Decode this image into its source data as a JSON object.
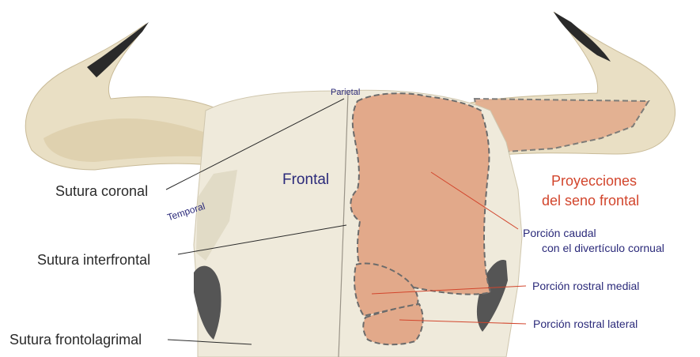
{
  "labels": {
    "sutura_coronal": "Sutura coronal",
    "sutura_interfrontal": "Sutura interfrontal",
    "sutura_frontolagrimal": "Sutura frontolagrimal",
    "frontal": "Frontal",
    "parietal": "Parietal",
    "temporal": "Temporal",
    "proyecciones_line1": "Proyecciones",
    "proyecciones_line2": "del seno frontal",
    "porcion_caudal_line1": "Porción caudal",
    "porcion_caudal_line2": "con el divertículo cornual",
    "porcion_rostral_medial": "Porción rostral medial",
    "porcion_rostral_lateral": "Porción rostral lateral"
  },
  "colors": {
    "bone": "#efeadb",
    "bone_shadow": "#d9d1bb",
    "horn": "#e8dcc0",
    "horn_tip": "#2a2a2a",
    "sinus_fill": "#e2a98a",
    "sinus_dash": "#6b6b6b",
    "label_dark": "#2a2a2a",
    "label_navy": "#2b2a7a",
    "label_red": "#d2452c"
  }
}
